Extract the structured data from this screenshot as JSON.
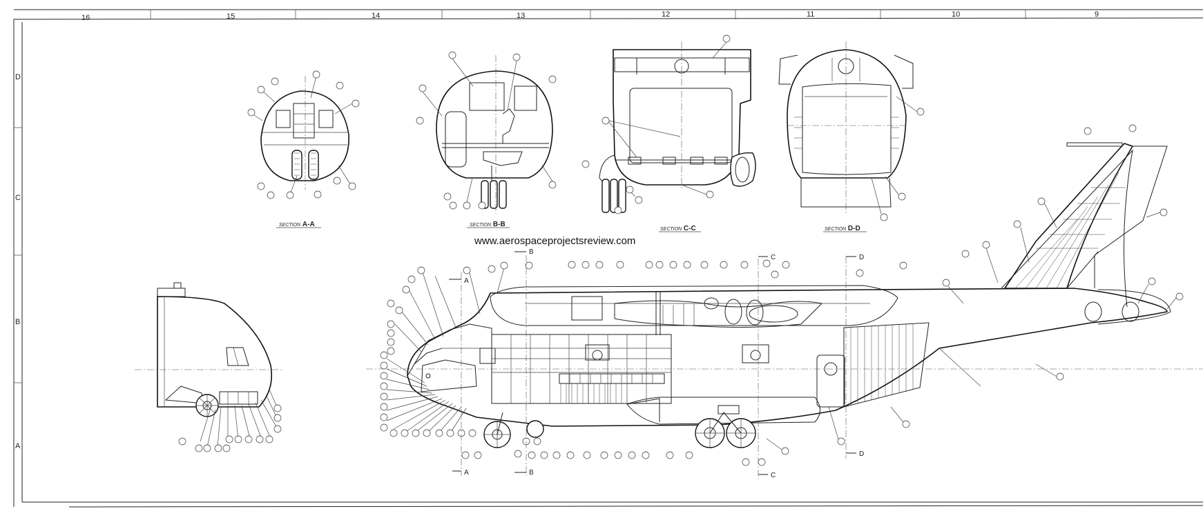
{
  "watermark": "www.aerospaceprojectsreview.com",
  "border": {
    "top_zones": [
      "16",
      "15",
      "14",
      "13",
      "12",
      "11",
      "10",
      "9"
    ],
    "left_zones": [
      "D",
      "C",
      "B",
      "A"
    ]
  },
  "sections": [
    {
      "prefix": "SECTION",
      "label": "A-A"
    },
    {
      "prefix": "SECTION",
      "label": "B-B"
    },
    {
      "prefix": "SECTION",
      "label": "C-C"
    },
    {
      "prefix": "SECTION",
      "label": "D-D"
    }
  ],
  "cut_markers": {
    "a": "A",
    "b": "B",
    "c": "C",
    "d": "D"
  },
  "colors": {
    "ink": "#222222",
    "paper": "#ffffff"
  }
}
